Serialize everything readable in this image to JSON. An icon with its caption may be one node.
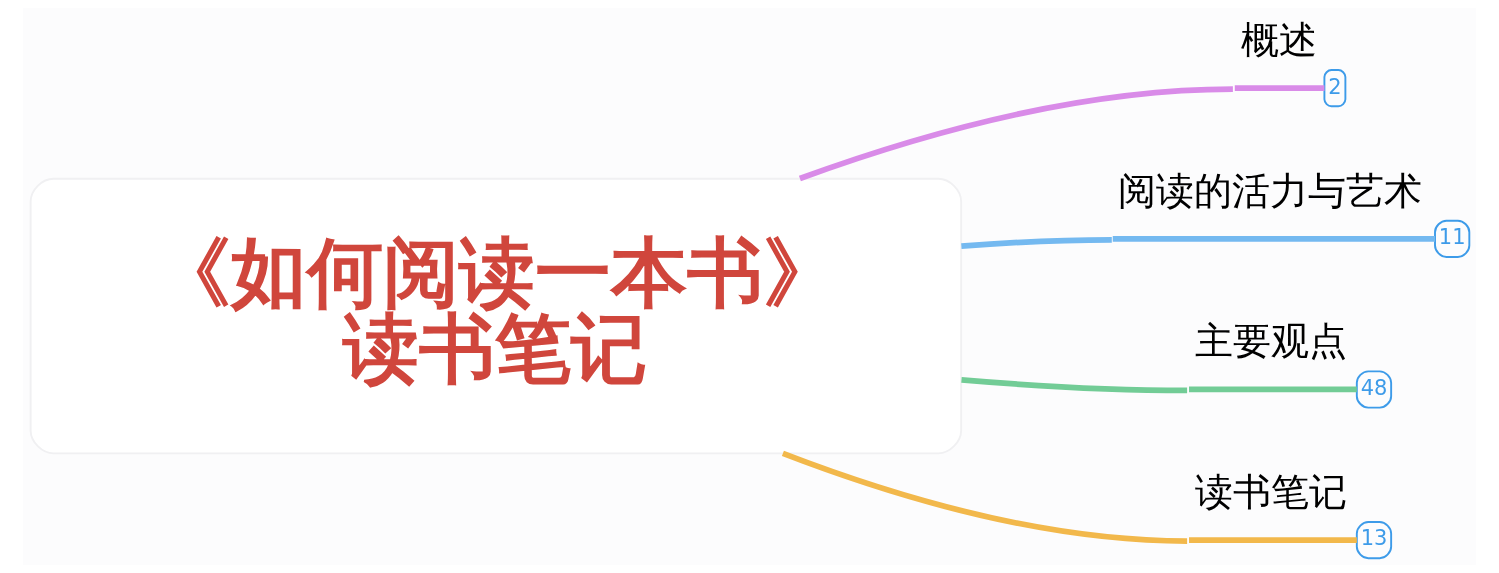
{
  "diagram": {
    "nodes": [
      {
        "text": [
          "《如何阅读一本书》",
          "读书笔记"
        ]
      },
      {
        "text": [
          "概述",
          "2"
        ]
      },
      {
        "text": [
          "阅读的活力与艺术",
          "11"
        ]
      },
      {
        "text": [
          "主要观点",
          "48"
        ]
      },
      {
        "text": [
          "读书笔记",
          "13"
        ]
      }
    ],
    "edges": [
      {
        "from": 0,
        "to": 1,
        "arrow": "none",
        "color": "#d98be8"
      },
      {
        "from": 0,
        "to": 2,
        "arrow": "none",
        "color": "#74b9f0"
      },
      {
        "from": 0,
        "to": 3,
        "arrow": "none",
        "color": "#72cc96"
      },
      {
        "from": 0,
        "to": 4,
        "arrow": "none",
        "color": "#f2b84b"
      }
    ]
  }
}
